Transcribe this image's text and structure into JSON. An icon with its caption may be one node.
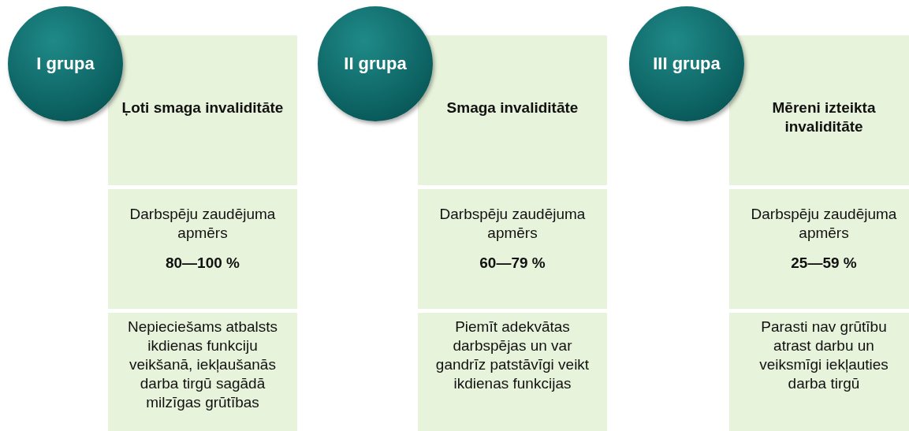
{
  "diagram": {
    "nodes": [
      {
        "text": [
          "I grupa"
        ]
      },
      {
        "text": [
          "Ļoti smaga invaliditāte"
        ]
      },
      {
        "text": [
          "Darbspēju zaudējuma apmērs",
          "80—100 %"
        ]
      },
      {
        "text": [
          "Nepieciešams atbalsts ikdienas funkciju veikšanā, iekļaušanās darba tirgū sagādā milzīgas grūtības"
        ]
      },
      {
        "text": [
          "II grupa"
        ]
      },
      {
        "text": [
          "Smaga invaliditāte"
        ]
      },
      {
        "text": [
          "Darbspēju zaudējuma apmērs",
          "60—79 %"
        ]
      },
      {
        "text": [
          "Piemīt adekvātas darbspējas un var gandrīz patstāvīgi veikt ikdienas funkcijas"
        ]
      },
      {
        "text": [
          "III grupa"
        ]
      },
      {
        "text": [
          "Mēreni izteikta invaliditāte"
        ]
      },
      {
        "text": [
          "Darbspēju zaudējuma apmērs",
          "25—59 %"
        ]
      },
      {
        "text": [
          "Parasti nav grūtību atrast darbu un veiksmīgi iekļauties darba tirgū"
        ]
      }
    ],
    "edges": []
  }
}
